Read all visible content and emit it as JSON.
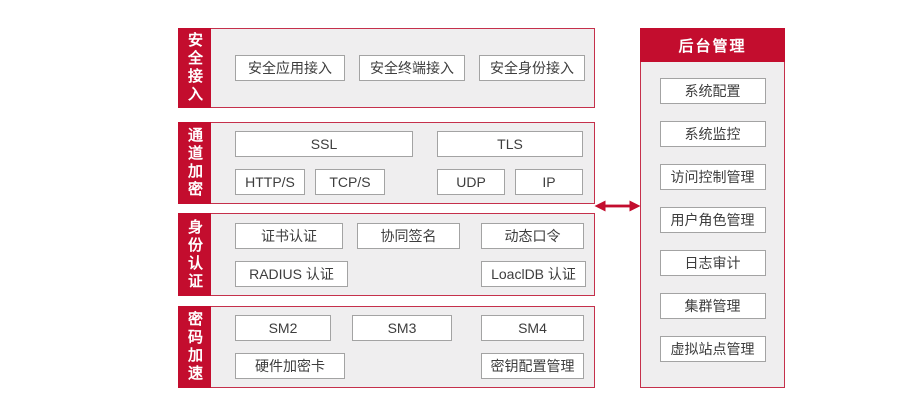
{
  "colors": {
    "primary_red": "#c30d2e",
    "section_bg": "#efeeef",
    "box_border": "#a3a3a3",
    "box_text": "#3d3d3d"
  },
  "left_sections": [
    {
      "label": "安全接入",
      "lines": [
        [
          "安全应用接入",
          "安全终端接入",
          "安全身份接入"
        ]
      ]
    },
    {
      "label": "通道加密",
      "lines": [
        [
          "SSL",
          "TLS"
        ],
        [
          "HTTP/S",
          "TCP/S",
          "UDP",
          "IP"
        ]
      ]
    },
    {
      "label": "身份认证",
      "lines": [
        [
          "证书认证",
          "协同签名",
          "动态口令"
        ],
        [
          "RADIUS 认证",
          "LoaclDB 认证"
        ]
      ]
    },
    {
      "label": "密码加速",
      "lines": [
        [
          "SM2",
          "SM3",
          "SM4"
        ],
        [
          "硬件加密卡",
          "密钥配置管理"
        ]
      ]
    }
  ],
  "connector": {
    "type": "bidirectional-arrow"
  },
  "right_panel": {
    "title": "后台管理",
    "items": [
      "系统配置",
      "系统监控",
      "访问控制管理",
      "用户角色管理",
      "日志审计",
      "集群管理",
      "虚拟站点管理"
    ]
  }
}
